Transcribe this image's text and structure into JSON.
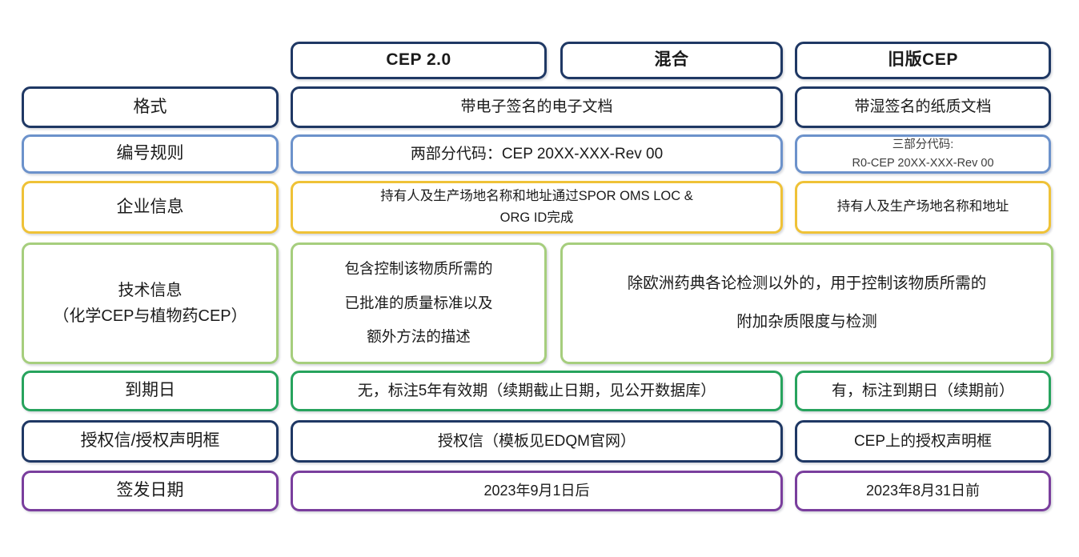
{
  "header": {
    "cep20": "CEP 2.0",
    "mixed": "混合",
    "legacy": "旧版CEP"
  },
  "format": {
    "label": "格式",
    "mid": "带电子签名的电子文档",
    "right": "带湿签名的纸质文档"
  },
  "numbering": {
    "label": "编号规则",
    "mid": "两部分代码：CEP 20XX-XXX-Rev 00",
    "right_line1": "三部分代码:",
    "right_line2": "R0-CEP 20XX-XXX-Rev 00"
  },
  "company": {
    "label": "企业信息",
    "mid_line1": "持有人及生产场地名称和地址通过SPOR OMS LOC &",
    "mid_line2": "ORG ID完成",
    "right": "持有人及生产场地名称和地址"
  },
  "technical": {
    "label_line1": "技术信息",
    "label_line2": "（化学CEP与植物药CEP）",
    "mid_line1": "包含控制该物质所需的",
    "mid_line2": "已批准的质量标准以及",
    "mid_line3": "额外方法的描述",
    "wide_line1": "除欧洲药典各论检测以外的，用于控制该物质所需的",
    "wide_line2": "附加杂质限度与检测"
  },
  "expiry": {
    "label": "到期日",
    "mid": "无，标注5年有效期（续期截止日期，见公开数据库）",
    "right": "有，标注到期日（续期前）"
  },
  "authorization": {
    "label": "授权信/授权声明框",
    "mid": "授权信（模板见EDQM官网）",
    "right": "CEP上的授权声明框"
  },
  "issue_date": {
    "label": "签发日期",
    "mid": "2023年9月1日后",
    "right": "2023年8月31日前"
  },
  "colors": {
    "navy": "#1F3864",
    "blue": "#6C92CB",
    "gold": "#EFC237",
    "light_green": "#A6CE7D",
    "green": "#27A35D",
    "purple": "#7A3E9D"
  }
}
